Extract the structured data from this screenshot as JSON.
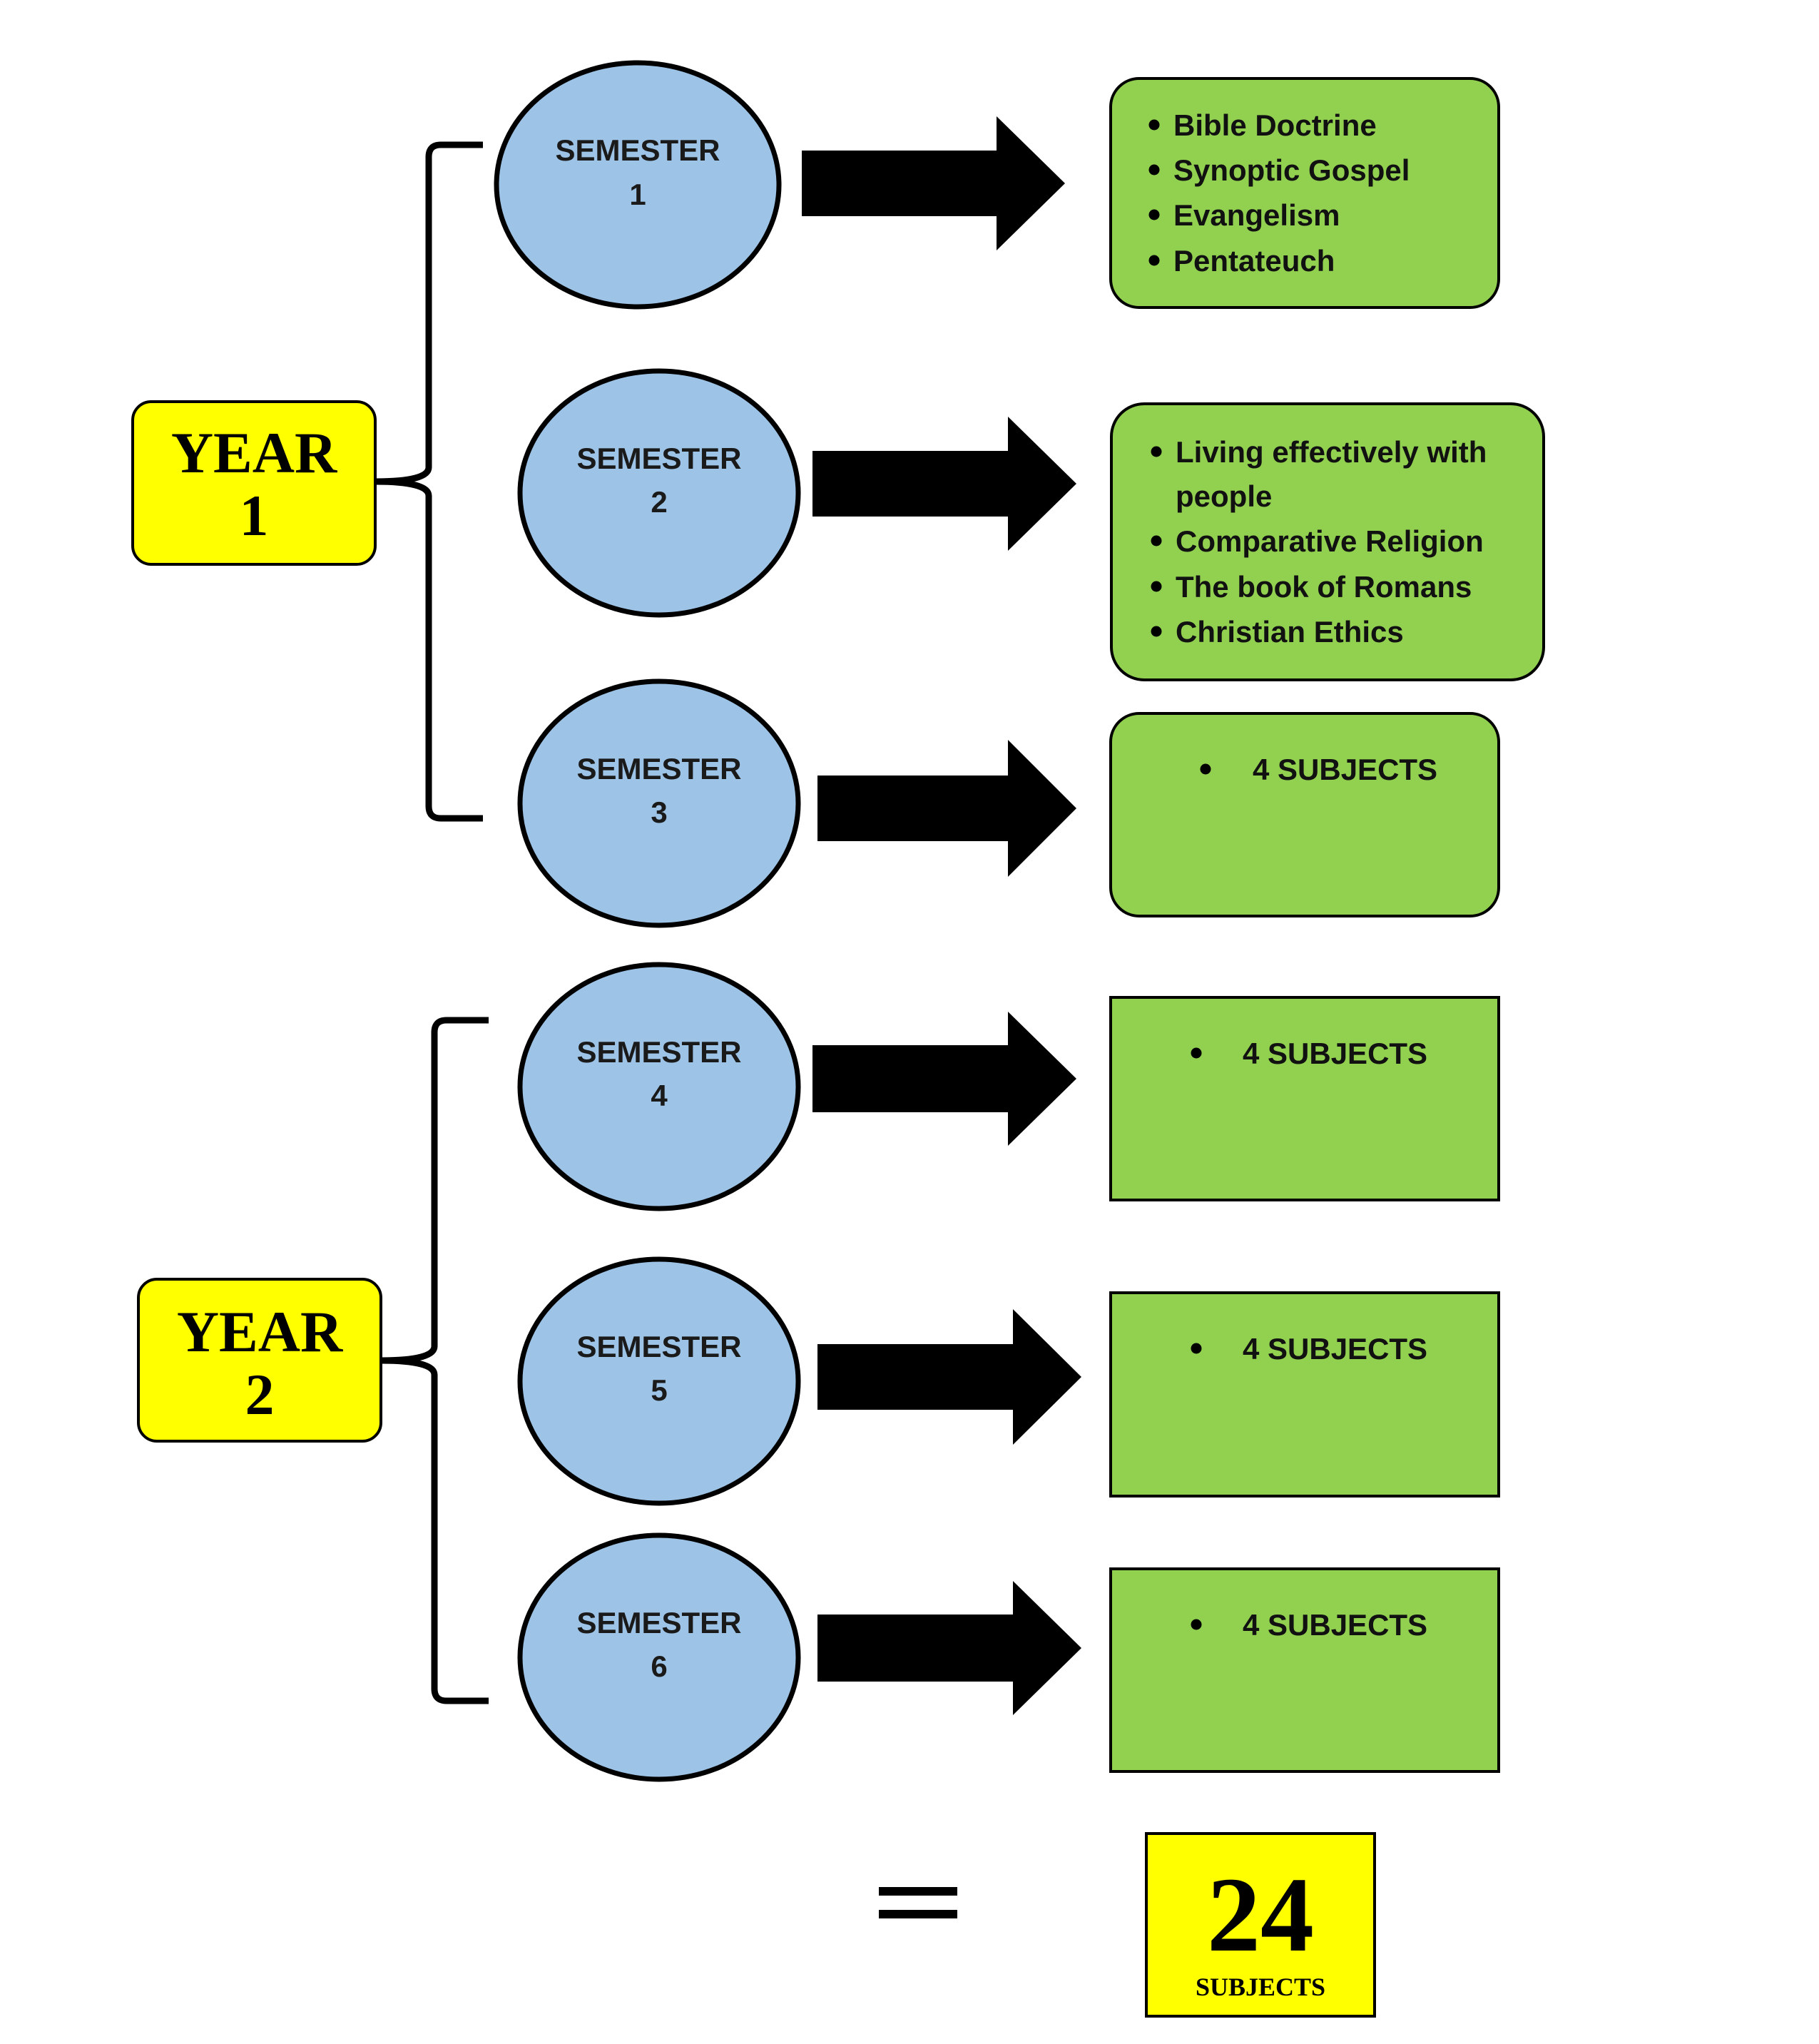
{
  "colors": {
    "year_fill": "#ffff00",
    "semester_fill": "#9dc3e6",
    "subject_fill": "#92d050",
    "stroke": "#000000"
  },
  "years": [
    {
      "label_word": "YEAR",
      "label_num": "1"
    },
    {
      "label_word": "YEAR",
      "label_num": "2"
    }
  ],
  "semesters": [
    {
      "label_word": "SEMESTER",
      "label_num": "1",
      "subjects": [
        "Bible Doctrine",
        "Synoptic Gospel",
        "Evangelism",
        "Pentateuch"
      ]
    },
    {
      "label_word": "SEMESTER",
      "label_num": "2",
      "subjects": [
        "Living effectively with",
        "people",
        "Comparative Religion",
        "The book of Romans",
        "Christian Ethics"
      ]
    },
    {
      "label_word": "SEMESTER",
      "label_num": "3",
      "subjects": [
        "4 SUBJECTS"
      ]
    },
    {
      "label_word": "SEMESTER",
      "label_num": "4",
      "subjects": [
        "4 SUBJECTS"
      ]
    },
    {
      "label_word": "SEMESTER",
      "label_num": "5",
      "subjects": [
        "4 SUBJECTS"
      ]
    },
    {
      "label_word": "SEMESTER",
      "label_num": "6",
      "subjects": [
        "4 SUBJECTS"
      ]
    }
  ],
  "equals_sign": "=",
  "total": {
    "number": "24",
    "label": "SUBJECTS"
  }
}
